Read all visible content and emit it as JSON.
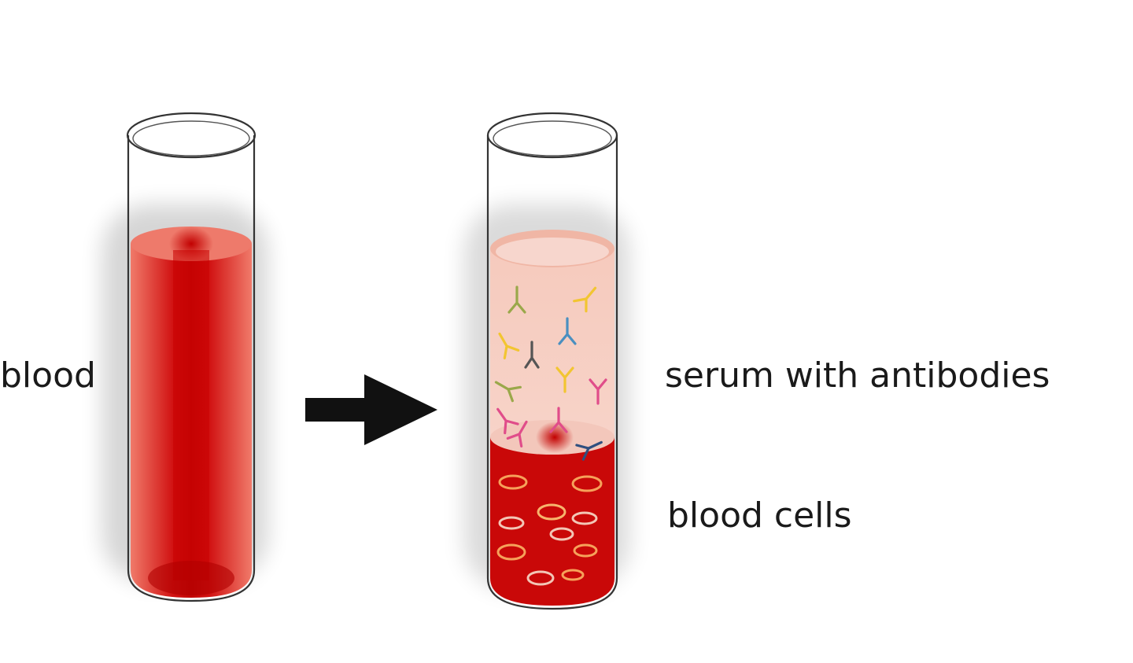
{
  "labels": {
    "blood": "blood",
    "serum": "serum with antibodies",
    "cells": "blood cells"
  },
  "colors": {
    "blood": "#cc0a0a",
    "blood_dark": "#b80000",
    "serum": "#f3c2b4",
    "arrow": "#111111",
    "antibody_colors": [
      "#9aa84a",
      "#f2c531",
      "#4a8fc0",
      "#555555",
      "#e04d8a",
      "#2f4f7f"
    ],
    "cell_ring": "#f6a15a"
  },
  "icons": {
    "arrow": "right-arrow-icon",
    "antibody": "antibody-y-icon"
  }
}
